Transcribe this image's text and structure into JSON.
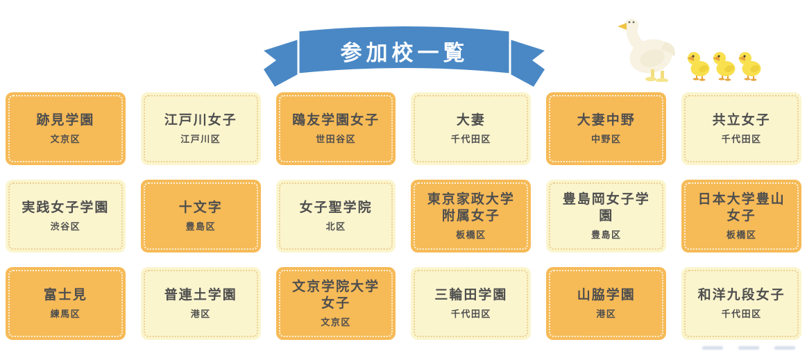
{
  "banner": {
    "title": "参加校一覧"
  },
  "decor": {
    "duck_icon": "mother-duck",
    "duckling_icon": "duckling",
    "duckling_count": 3
  },
  "colors": {
    "banner_blue": "#4a88c5",
    "card_orange": "#f6ba57",
    "orange_border": "#fdf3dc",
    "card_cream": "#fbf5ce",
    "cream_border": "#eccf8f",
    "text": "#4e4e4e"
  },
  "schools": [
    {
      "name": "跡見学園",
      "ward": "文京区",
      "variant": "orange"
    },
    {
      "name": "江戸川女子",
      "ward": "江戸川区",
      "variant": "cream"
    },
    {
      "name": "鴎友学園女子",
      "ward": "世田谷区",
      "variant": "orange"
    },
    {
      "name": "大妻",
      "ward": "千代田区",
      "variant": "cream"
    },
    {
      "name": "大妻中野",
      "ward": "中野区",
      "variant": "orange"
    },
    {
      "name": "共立女子",
      "ward": "千代田区",
      "variant": "cream"
    },
    {
      "name": "実践女子学園",
      "ward": "渋谷区",
      "variant": "cream"
    },
    {
      "name": "十文字",
      "ward": "豊島区",
      "variant": "orange"
    },
    {
      "name": "女子聖学院",
      "ward": "北区",
      "variant": "cream"
    },
    {
      "name": "東京家政大学\n附属女子",
      "ward": "板橋区",
      "variant": "orange"
    },
    {
      "name": "豊島岡女子学\n園",
      "ward": "豊島区",
      "variant": "cream"
    },
    {
      "name": "日本大学豊山\n女子",
      "ward": "板橋区",
      "variant": "orange"
    },
    {
      "name": "富士見",
      "ward": "練馬区",
      "variant": "orange"
    },
    {
      "name": "普連土学園",
      "ward": "港区",
      "variant": "cream"
    },
    {
      "name": "文京学院大学\n女子",
      "ward": "文京区",
      "variant": "orange"
    },
    {
      "name": "三輪田学園",
      "ward": "千代田区",
      "variant": "cream"
    },
    {
      "name": "山脇学園",
      "ward": "港区",
      "variant": "orange"
    },
    {
      "name": "和洋九段女子",
      "ward": "千代田区",
      "variant": "cream"
    }
  ]
}
